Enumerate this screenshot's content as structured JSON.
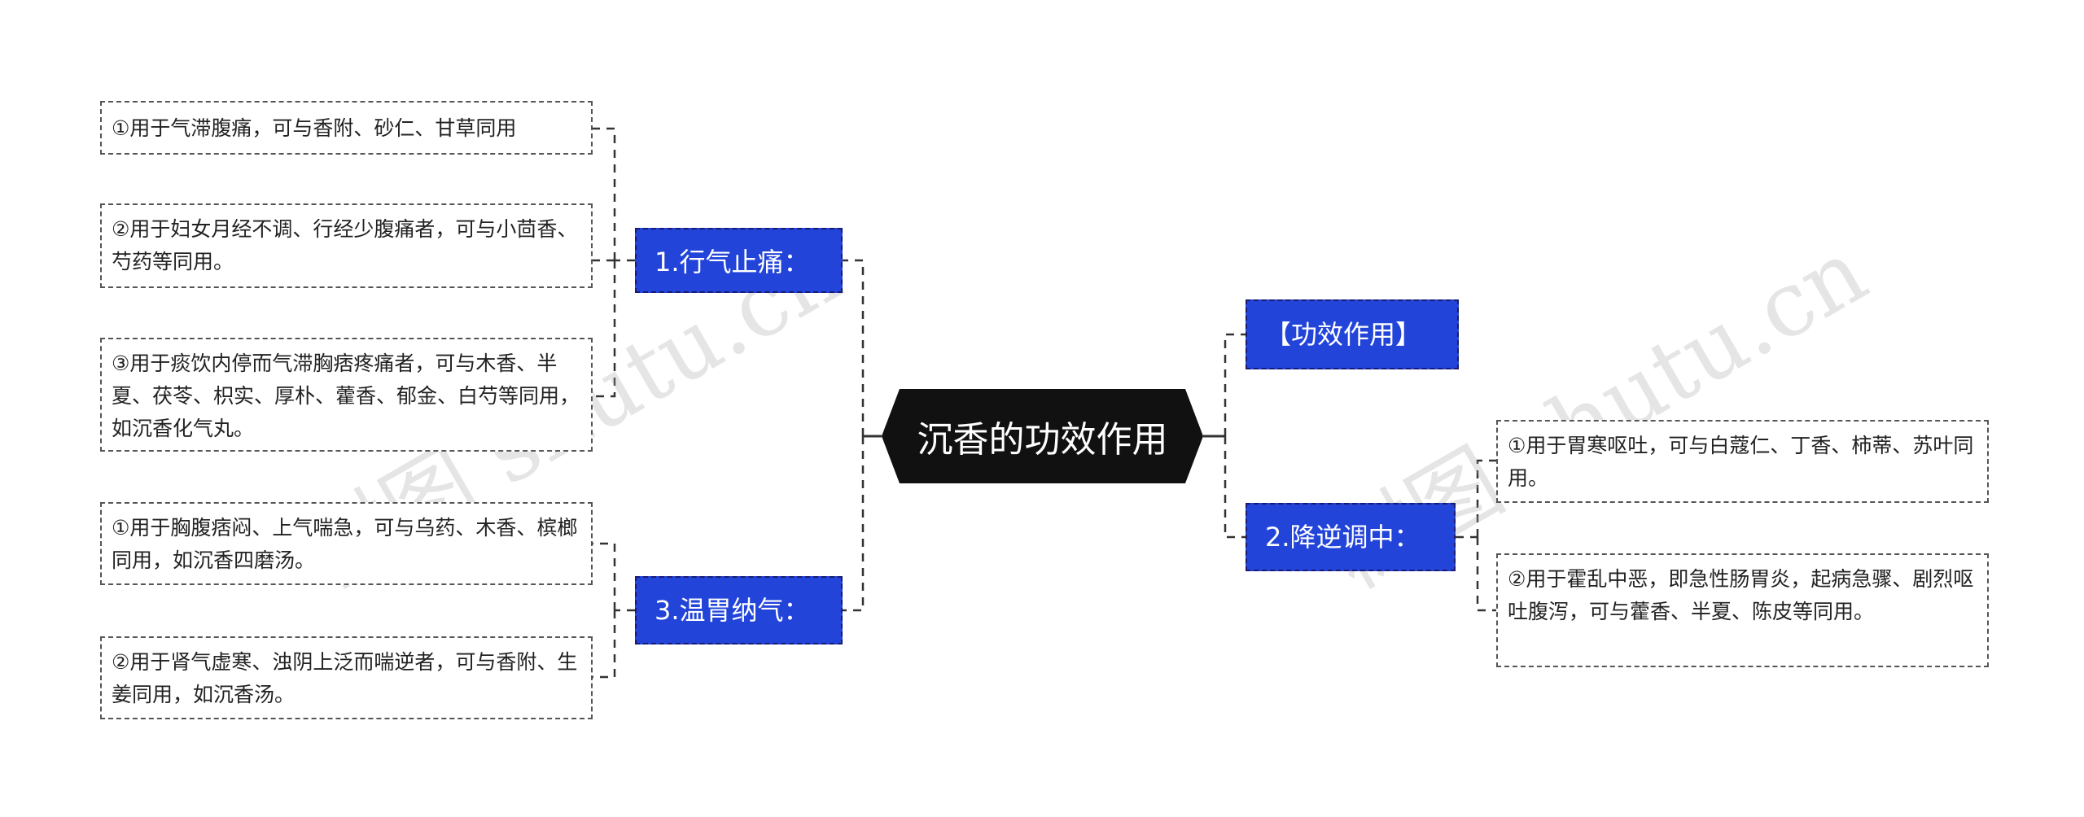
{
  "root": {
    "title": "沉香的功效作用"
  },
  "left_branches": [
    {
      "label": "1.行气止痛：",
      "leaves": [
        "①用于气滞腹痛，可与香附、砂仁、甘草同用",
        "②用于妇女月经不调、行经少腹痛者，可与小茴香、芍药等同用。",
        "③用于痰饮内停而气滞胸痞疼痛者，可与木香、半夏、茯苓、枳实、厚朴、藿香、郁金、白芍等同用，如沉香化气丸。"
      ]
    },
    {
      "label": "3.温胃纳气：",
      "leaves": [
        "①用于胸腹痞闷、上气喘急，可与乌药、木香、槟榔同用，如沉香四磨汤。",
        "②用于肾气虚寒、浊阴上泛而喘逆者，可与香附、生姜同用，如沉香汤。"
      ]
    }
  ],
  "right_branches": [
    {
      "label": "【功效作用】",
      "leaves": []
    },
    {
      "label": "2.降逆调中：",
      "leaves": [
        "①用于胃寒呕吐，可与白蔻仁、丁香、柿蒂、苏叶同用。",
        "②用于霍乱中恶，即急性肠胃炎，起病急骤、剧烈呕吐腹泻，可与藿香、半夏、陈皮等同用。"
      ]
    }
  ],
  "watermarks": [
    "树图 shutu.cn",
    "树图 shutu.cn"
  ],
  "colors": {
    "root_bg": "#111111",
    "branch_bg": "#2244d9",
    "line": "#333333"
  }
}
